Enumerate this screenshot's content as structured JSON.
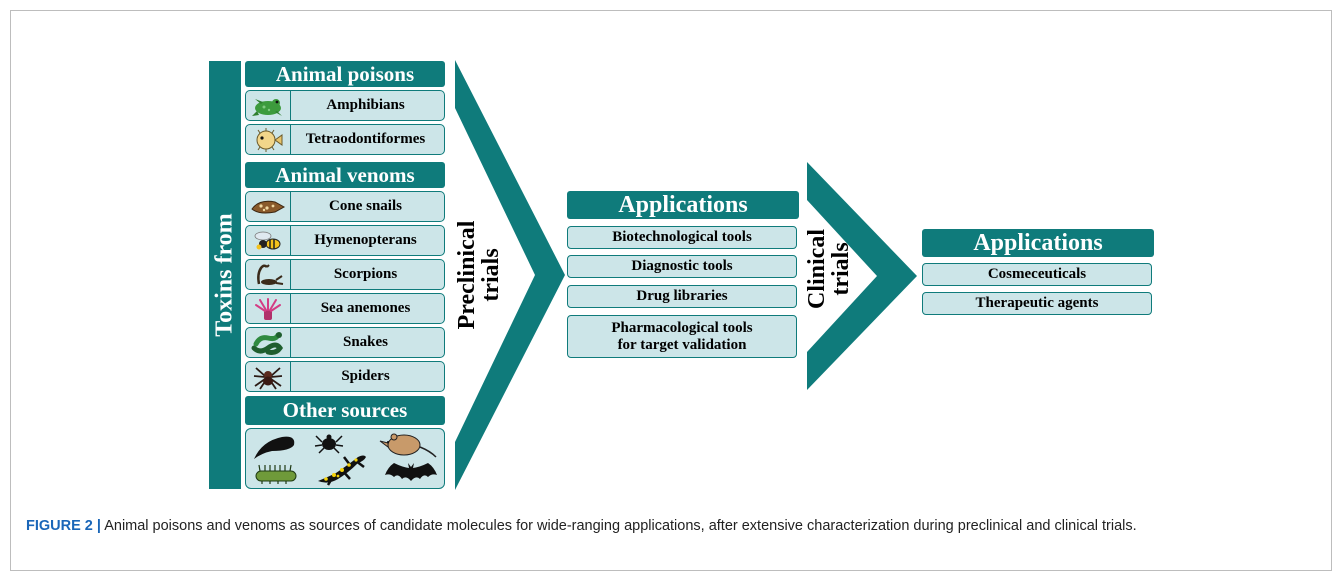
{
  "left_bar": {
    "label": "Toxins from"
  },
  "poisons": {
    "header": "Animal poisons",
    "items": [
      {
        "label": "Amphibians",
        "icon": "frog-icon"
      },
      {
        "label": "Tetraodontiformes",
        "icon": "pufferfish-icon"
      }
    ]
  },
  "venoms": {
    "header": "Animal venoms",
    "items": [
      {
        "label": "Cone snails",
        "icon": "cone-snail-icon"
      },
      {
        "label": "Hymenopterans",
        "icon": "wasp-icon"
      },
      {
        "label": "Scorpions",
        "icon": "scorpion-icon"
      },
      {
        "label": "Sea anemones",
        "icon": "sea-anemone-icon"
      },
      {
        "label": "Snakes",
        "icon": "snake-icon"
      },
      {
        "label": "Spiders",
        "icon": "spider-icon"
      }
    ]
  },
  "other": {
    "header": "Other sources",
    "icons": [
      "leech-icon",
      "tick-icon",
      "shrew-icon",
      "caterpillar-icon",
      "salamander-icon",
      "bat-icon"
    ]
  },
  "preclinical": {
    "line1": "Preclinical",
    "line2": "trials"
  },
  "applications1": {
    "header": "Applications",
    "items": [
      "Biotechnological tools",
      "Diagnostic tools",
      "Drug libraries",
      "Pharmacological tools",
      "for target validation"
    ]
  },
  "clinical": {
    "line1": "Clinical",
    "line2": "trials"
  },
  "applications2": {
    "header": "Applications",
    "items": [
      "Cosmeceuticals",
      "Therapeutic agents"
    ]
  },
  "caption": {
    "figure_label": "FIGURE 2 |",
    "text": "Animal poisons and venoms as sources of candidate molecules for wide-ranging applications, after extensive characterization during preclinical and clinical trials."
  },
  "colors": {
    "teal": "#0f7b7b",
    "light_teal": "#cce5e8",
    "caption_blue": "#1a66b8"
  }
}
